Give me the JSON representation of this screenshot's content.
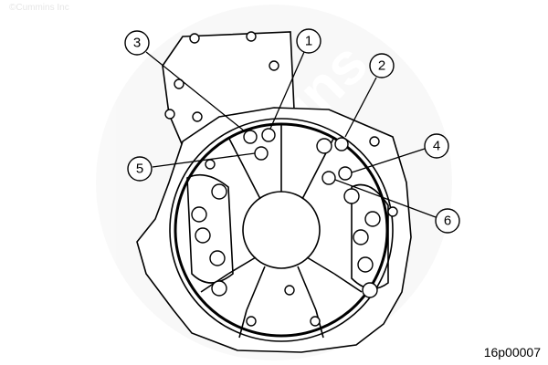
{
  "copyright": "©Cummins Inc",
  "figure_code": "16p00007",
  "watermark": "Cummins",
  "callouts": [
    "1",
    "2",
    "3",
    "4",
    "5",
    "6"
  ]
}
